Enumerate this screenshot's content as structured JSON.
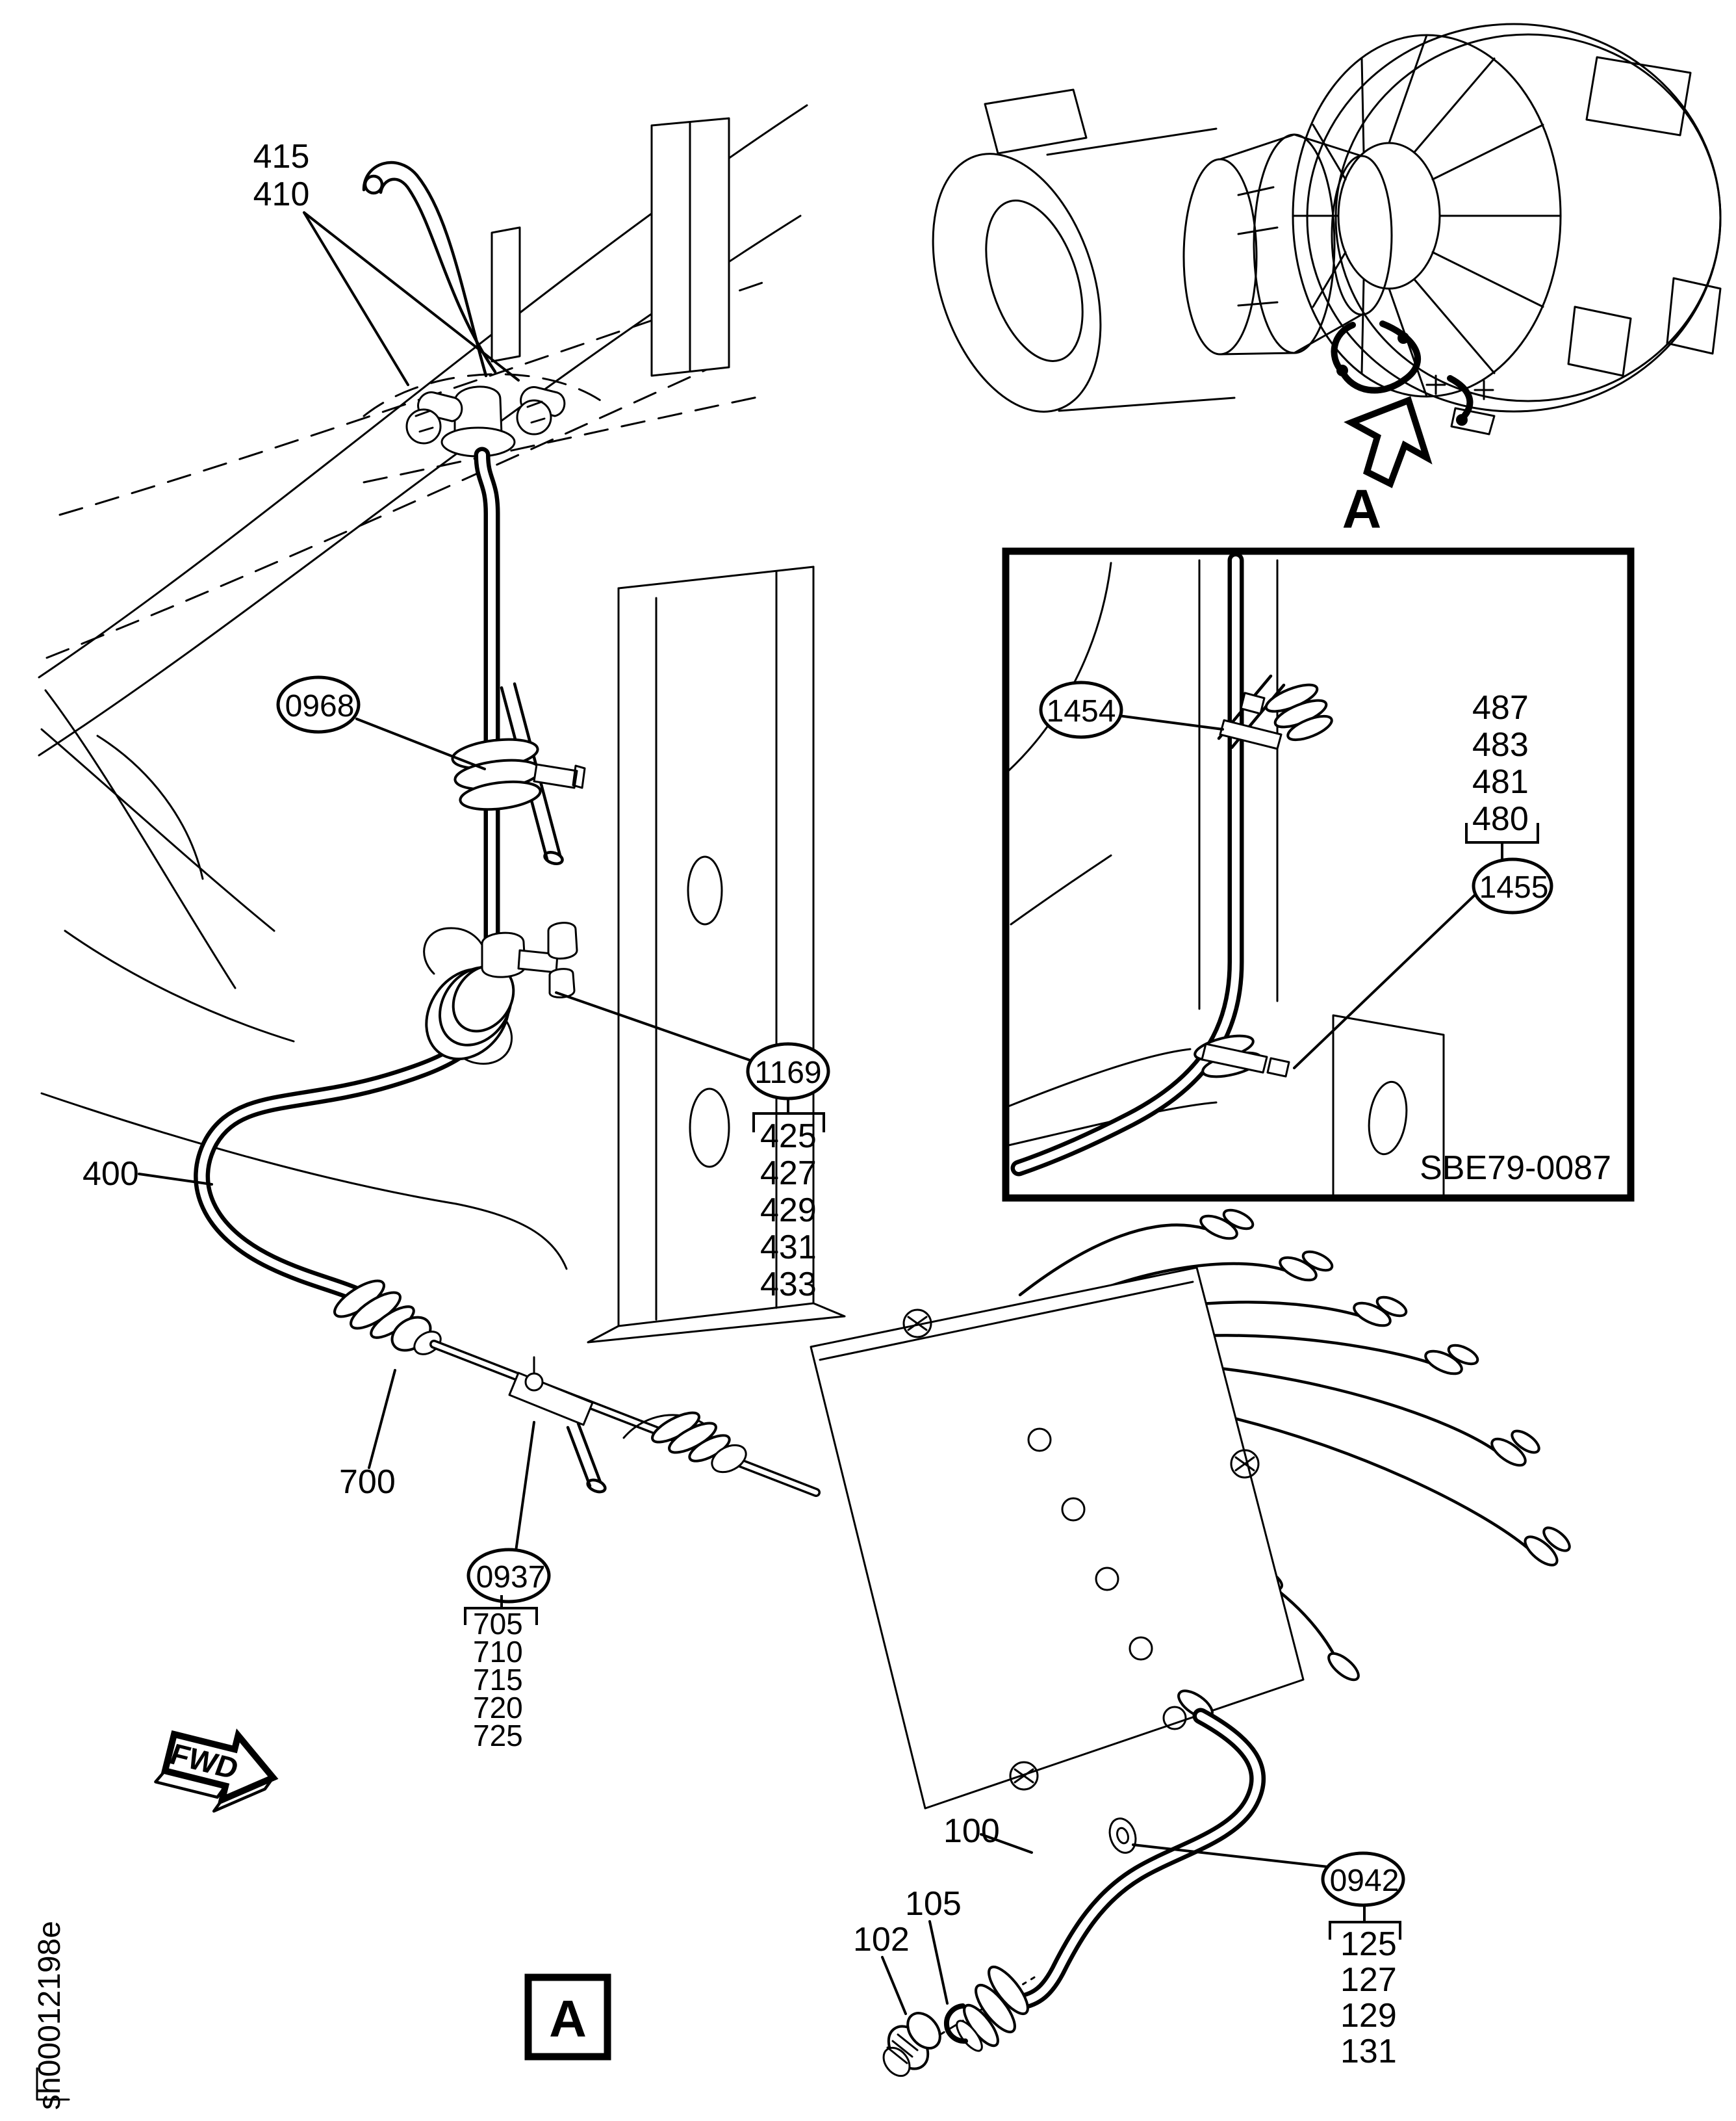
{
  "sheet": {
    "code": "sh00012198e"
  },
  "views": {
    "arrow_letter": "A",
    "box_letter": "A",
    "fwd_label": "FWD"
  },
  "inset": {
    "figure_code": "SBE79-0087",
    "clamp_upper_callout": "1454",
    "clamp_lower_callout": "1455",
    "parts": [
      "487",
      "483",
      "481",
      "480"
    ]
  },
  "callouts": {
    "flange_parts": [
      "415",
      "410"
    ],
    "clamp_upper": "0968",
    "clamp_mid": "1169",
    "clamp_mid_parts": [
      "425",
      "427",
      "429",
      "431",
      "433"
    ],
    "hose": "400",
    "tube": "700",
    "tube_clamp": "0937",
    "tube_clamp_parts": [
      "705",
      "710",
      "715",
      "720",
      "725"
    ],
    "pipe": "100",
    "snap_ring": "105",
    "connector": "102",
    "pipe_clamp": "0942",
    "pipe_clamp_parts": [
      "125",
      "127",
      "129",
      "131"
    ]
  }
}
